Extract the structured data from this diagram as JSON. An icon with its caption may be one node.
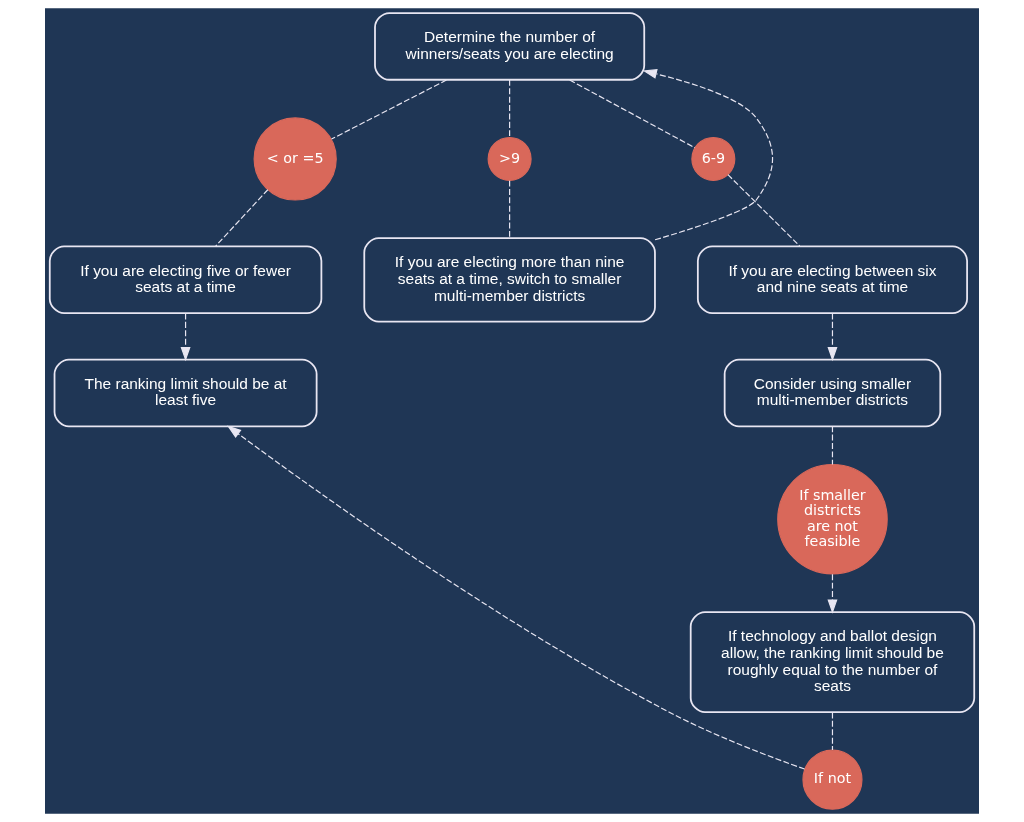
{
  "diagram": {
    "nodes": [
      {
        "text": [
          "Determine the number of winners/seats you are electing"
        ]
      },
      {
        "text": [
          "< or =5"
        ]
      },
      {
        "text": [
          ">9"
        ]
      },
      {
        "text": [
          "6-9"
        ]
      },
      {
        "text": [
          "If you are electing five or fewer seats at a time"
        ]
      },
      {
        "text": [
          "If you are electing between six and nine seats at time"
        ]
      },
      {
        "text": [
          "If you are electing more than nine seats at a time, switch to smaller multi-member districts"
        ]
      },
      {
        "text": [
          "The ranking limit should be at least five"
        ]
      },
      {
        "text": [
          "Consider using smaller multi-member districts"
        ]
      },
      {
        "text": [
          "If smaller districts are not feasible"
        ]
      },
      {
        "text": [
          "If not"
        ]
      },
      {
        "text": [
          "If technology and ballot design allow, the ranking limit should be roughly equal to the number of seats"
        ]
      }
    ],
    "edges": [
      {
        "from": 0,
        "to": 1,
        "arrow": "none",
        "style": "dashed"
      },
      {
        "from": 1,
        "to": 4,
        "arrow": "none",
        "style": "dashed"
      },
      {
        "from": 0,
        "to": 3,
        "arrow": "none",
        "style": "dashed"
      },
      {
        "from": 3,
        "to": 5,
        "arrow": "none",
        "style": "dashed"
      },
      {
        "from": 0,
        "to": 2,
        "arrow": "none",
        "style": "dashed"
      },
      {
        "from": 2,
        "to": 6,
        "arrow": "none",
        "style": "dashed"
      },
      {
        "from": 6,
        "to": 0,
        "arrow": "to",
        "style": "dashed"
      },
      {
        "from": 4,
        "to": 7,
        "arrow": "to",
        "style": "dashed"
      },
      {
        "from": 5,
        "to": 8,
        "arrow": "to",
        "style": "dashed"
      },
      {
        "from": 8,
        "to": 9,
        "arrow": "none",
        "style": "dashed"
      },
      {
        "from": 9,
        "to": 11,
        "arrow": "to",
        "style": "dashed"
      },
      {
        "from": 11,
        "to": 10,
        "arrow": "none",
        "style": "dashed"
      },
      {
        "from": 10,
        "to": 7,
        "arrow": "to",
        "style": "dashed"
      }
    ]
  }
}
